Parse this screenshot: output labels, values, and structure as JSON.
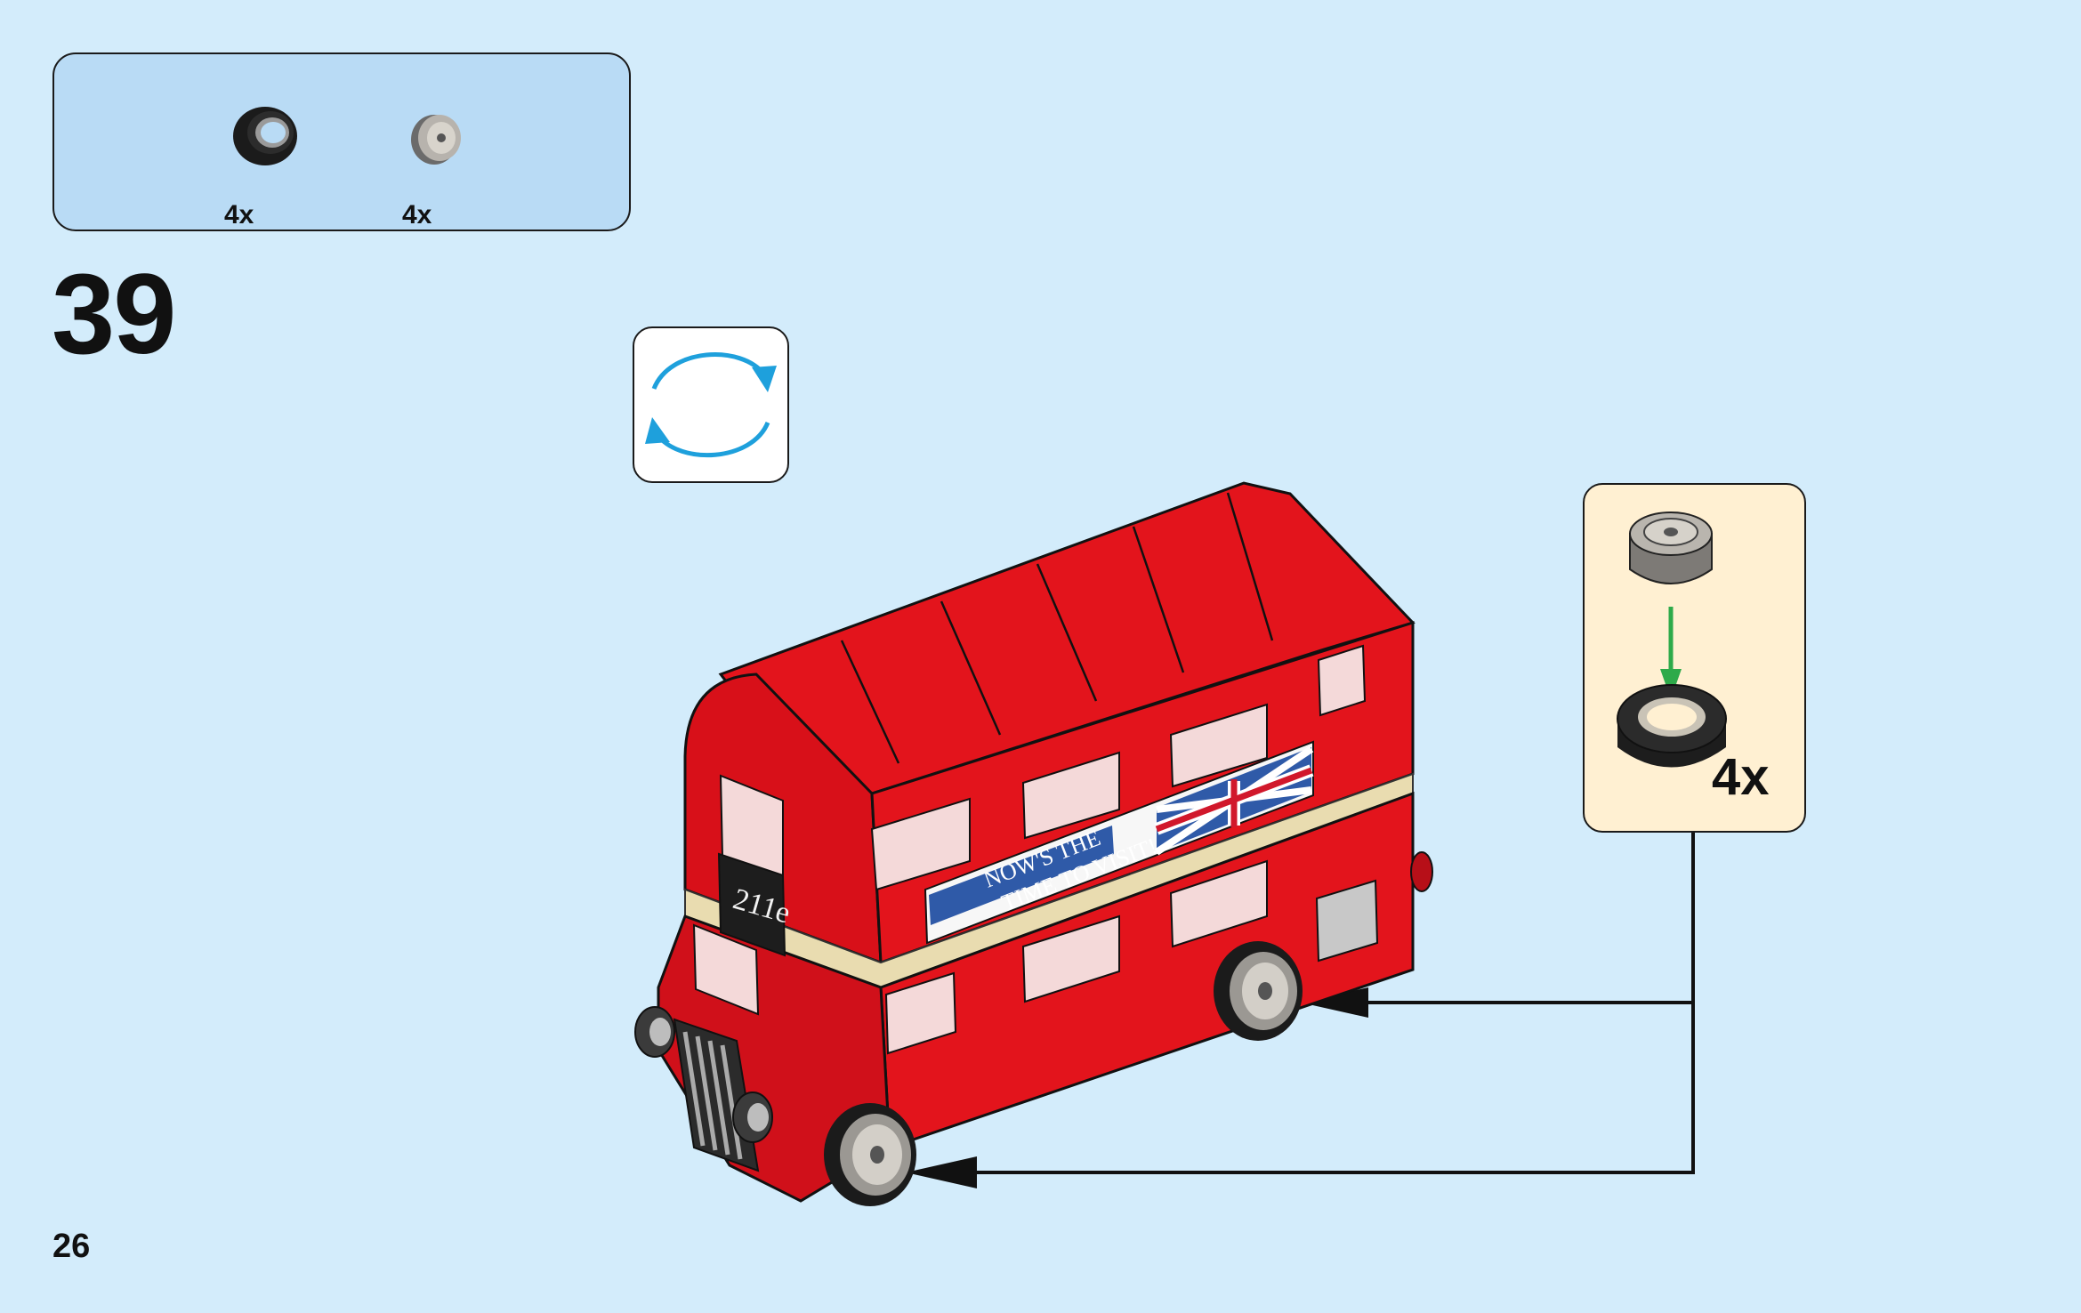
{
  "parts_list": {
    "items": [
      {
        "name": "tire-icon",
        "quantity": "4x"
      },
      {
        "name": "wheel-rim-icon",
        "quantity": "4x"
      }
    ]
  },
  "step": {
    "number": "39",
    "rotate_icon": "rotate-model-icon"
  },
  "model": {
    "route_sign": "211e",
    "banner_line1": "NOW'S THE",
    "banner_line2": "TIME TO VISIT!",
    "flag_icon": "union-jack-icon",
    "colors": {
      "bus_red": "#e3141c",
      "cream_stripe": "#e9dcb0",
      "window_glass": "#f4d9d9"
    }
  },
  "sub_assembly": {
    "quantity": "4x",
    "arrow_color": "#2eaa4a"
  },
  "page": {
    "number": "26",
    "background": "#d3ecfb"
  }
}
